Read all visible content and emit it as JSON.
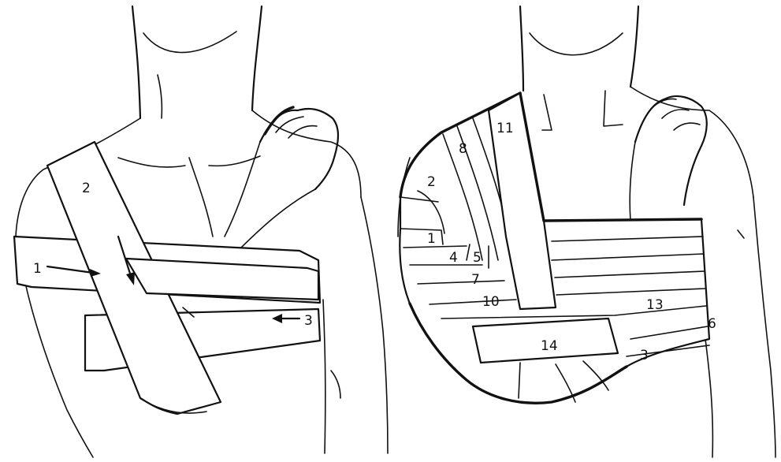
{
  "figures": [
    {
      "id": "left-figure",
      "labels": [
        {
          "text": "1",
          "role": "turn-number"
        },
        {
          "text": "2",
          "role": "turn-number"
        },
        {
          "text": "3",
          "role": "turn-number"
        }
      ]
    },
    {
      "id": "right-figure",
      "labels": [
        {
          "text": "1",
          "role": "turn-number"
        },
        {
          "text": "2",
          "role": "turn-number"
        },
        {
          "text": "3",
          "role": "turn-number"
        },
        {
          "text": "4",
          "role": "turn-number"
        },
        {
          "text": "5",
          "role": "turn-number"
        },
        {
          "text": "6",
          "role": "turn-number"
        },
        {
          "text": "7",
          "role": "turn-number"
        },
        {
          "text": "8",
          "role": "turn-number"
        },
        {
          "text": "10",
          "role": "turn-number"
        },
        {
          "text": "11",
          "role": "turn-number"
        },
        {
          "text": "13",
          "role": "turn-number"
        },
        {
          "text": "14",
          "role": "turn-number"
        }
      ]
    }
  ],
  "colors": {
    "line": "#111111",
    "background": "#ffffff"
  }
}
